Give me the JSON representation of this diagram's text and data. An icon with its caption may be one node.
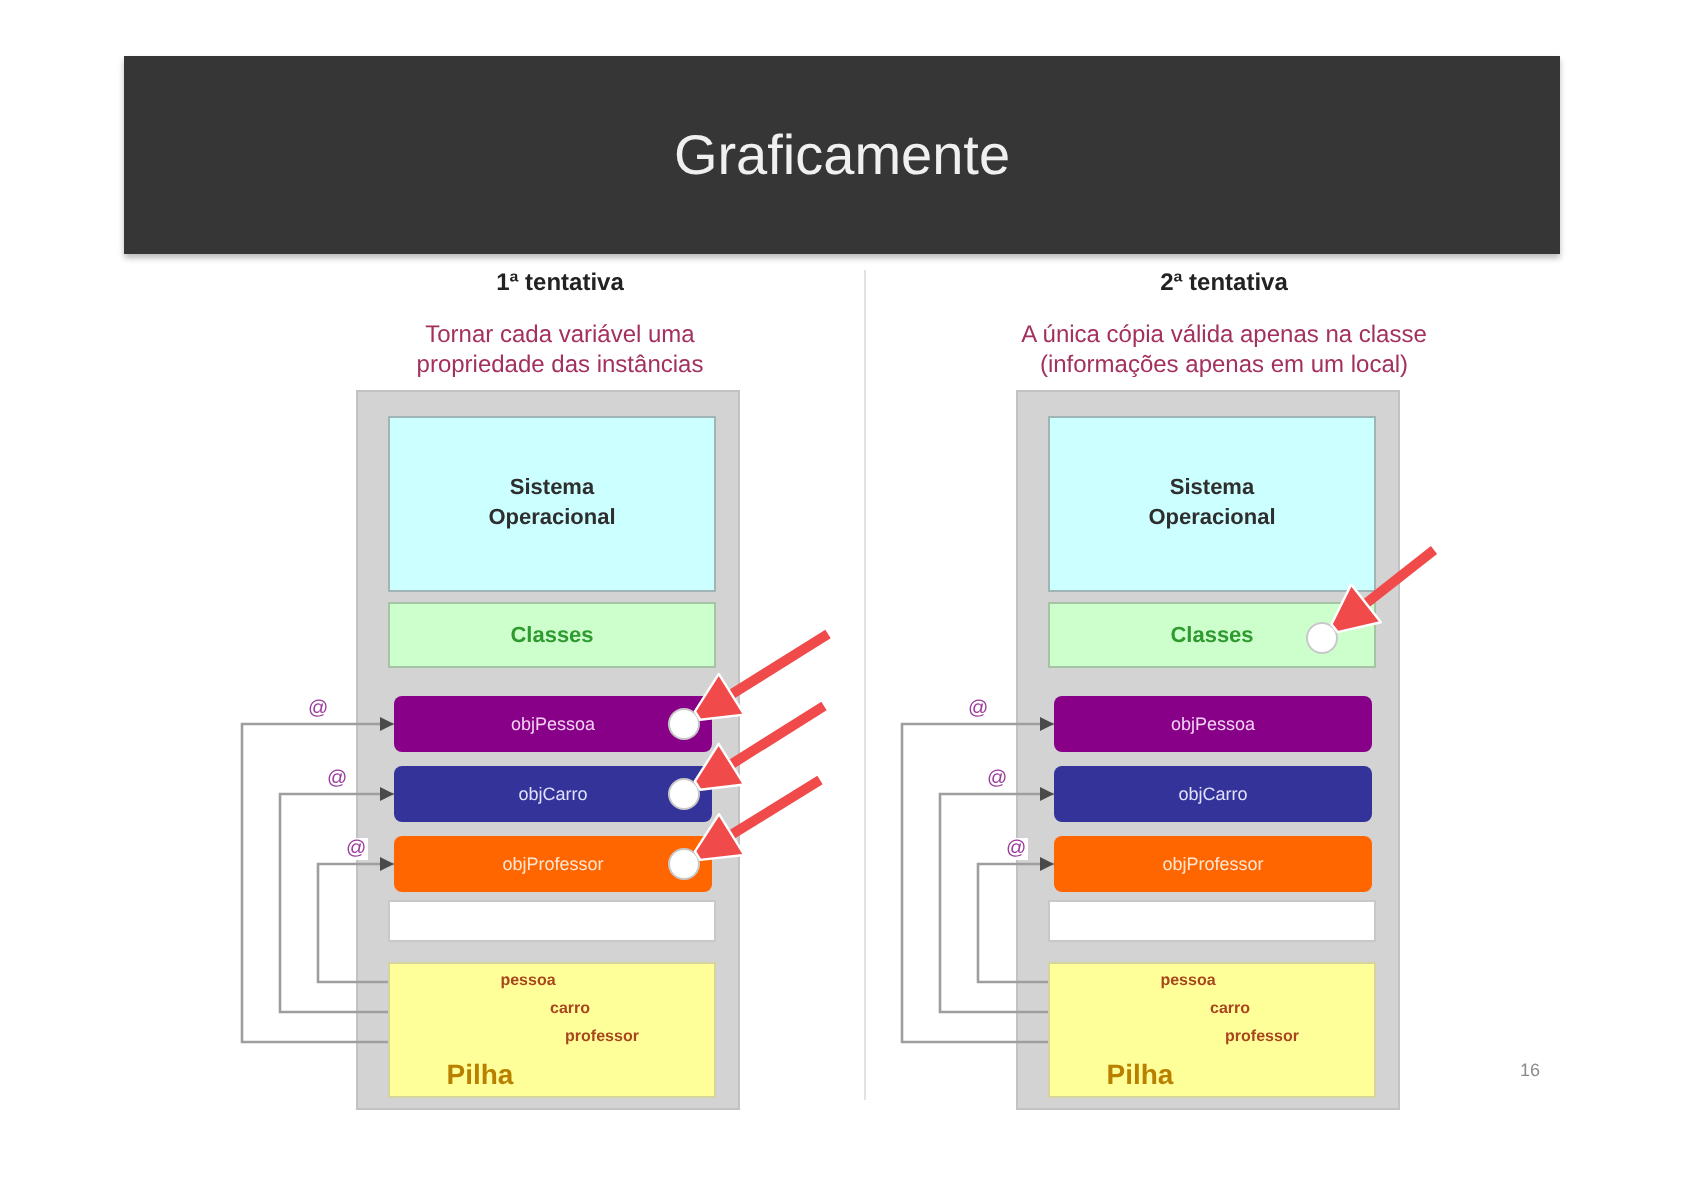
{
  "diagram": {
    "title": "Graficamente",
    "nodes": [
      {
        "text": [],
        "shape": "box"
      },
      {
        "text": [
          "Sistema Operacional"
        ],
        "in": 0
      },
      {
        "text": [
          "Classes"
        ],
        "in": 0
      },
      {
        "text": [
          "objPessoa"
        ],
        "in": 0
      },
      {
        "text": [],
        "shape": "circle",
        "in": 3
      },
      {
        "text": [
          "objCarro"
        ],
        "in": 0
      },
      {
        "text": [],
        "shape": "circle",
        "in": 5
      },
      {
        "text": [
          "objProfessor"
        ],
        "in": 0
      },
      {
        "text": [],
        "shape": "circle",
        "in": 7
      },
      {
        "text": [],
        "shape": "box",
        "in": 0
      },
      {
        "text": [
          "pessoa",
          "carro",
          "professor",
          "Pilha"
        ],
        "in": 0
      },
      {
        "text": [],
        "shape": "box"
      },
      {
        "text": [
          "Sistema Operacional"
        ],
        "in": 11
      },
      {
        "text": [
          "Classes"
        ],
        "in": 11
      },
      {
        "text": [],
        "shape": "circle",
        "in": 13
      },
      {
        "text": [
          "objPessoa"
        ],
        "in": 11
      },
      {
        "text": [
          "objCarro"
        ],
        "in": 11
      },
      {
        "text": [
          "objProfessor"
        ],
        "in": 11
      },
      {
        "text": [],
        "shape": "box",
        "in": 11
      },
      {
        "text": [
          "pessoa",
          "carro",
          "professor",
          "Pilha"
        ],
        "in": 11
      }
    ],
    "edges": [
      {
        "from": 10,
        "to": 3,
        "arrow": "to",
        "label": "@"
      },
      {
        "from": 10,
        "to": 5,
        "arrow": "to",
        "label": "@"
      },
      {
        "from": 10,
        "to": 7,
        "arrow": "to",
        "label": "@"
      },
      {
        "from": null,
        "to": 4,
        "arrow": "to",
        "style": "thick",
        "color": "#f04a4a"
      },
      {
        "from": null,
        "to": 6,
        "arrow": "to",
        "style": "thick",
        "color": "#f04a4a"
      },
      {
        "from": null,
        "to": 8,
        "arrow": "to",
        "style": "thick",
        "color": "#f04a4a"
      },
      {
        "from": 19,
        "to": 15,
        "arrow": "to",
        "label": "@"
      },
      {
        "from": 19,
        "to": 16,
        "arrow": "to",
        "label": "@"
      },
      {
        "from": 19,
        "to": 17,
        "arrow": "to",
        "label": "@"
      },
      {
        "from": null,
        "to": 14,
        "arrow": "to",
        "style": "thick",
        "color": "#f04a4a"
      }
    ],
    "labels": [
      "1ª tentativa",
      "Tornar cada variável uma propriedade das instâncias",
      "2ª tentativa",
      "A única cópia válida apenas na classe (informações apenas em um local)",
      "16"
    ]
  }
}
